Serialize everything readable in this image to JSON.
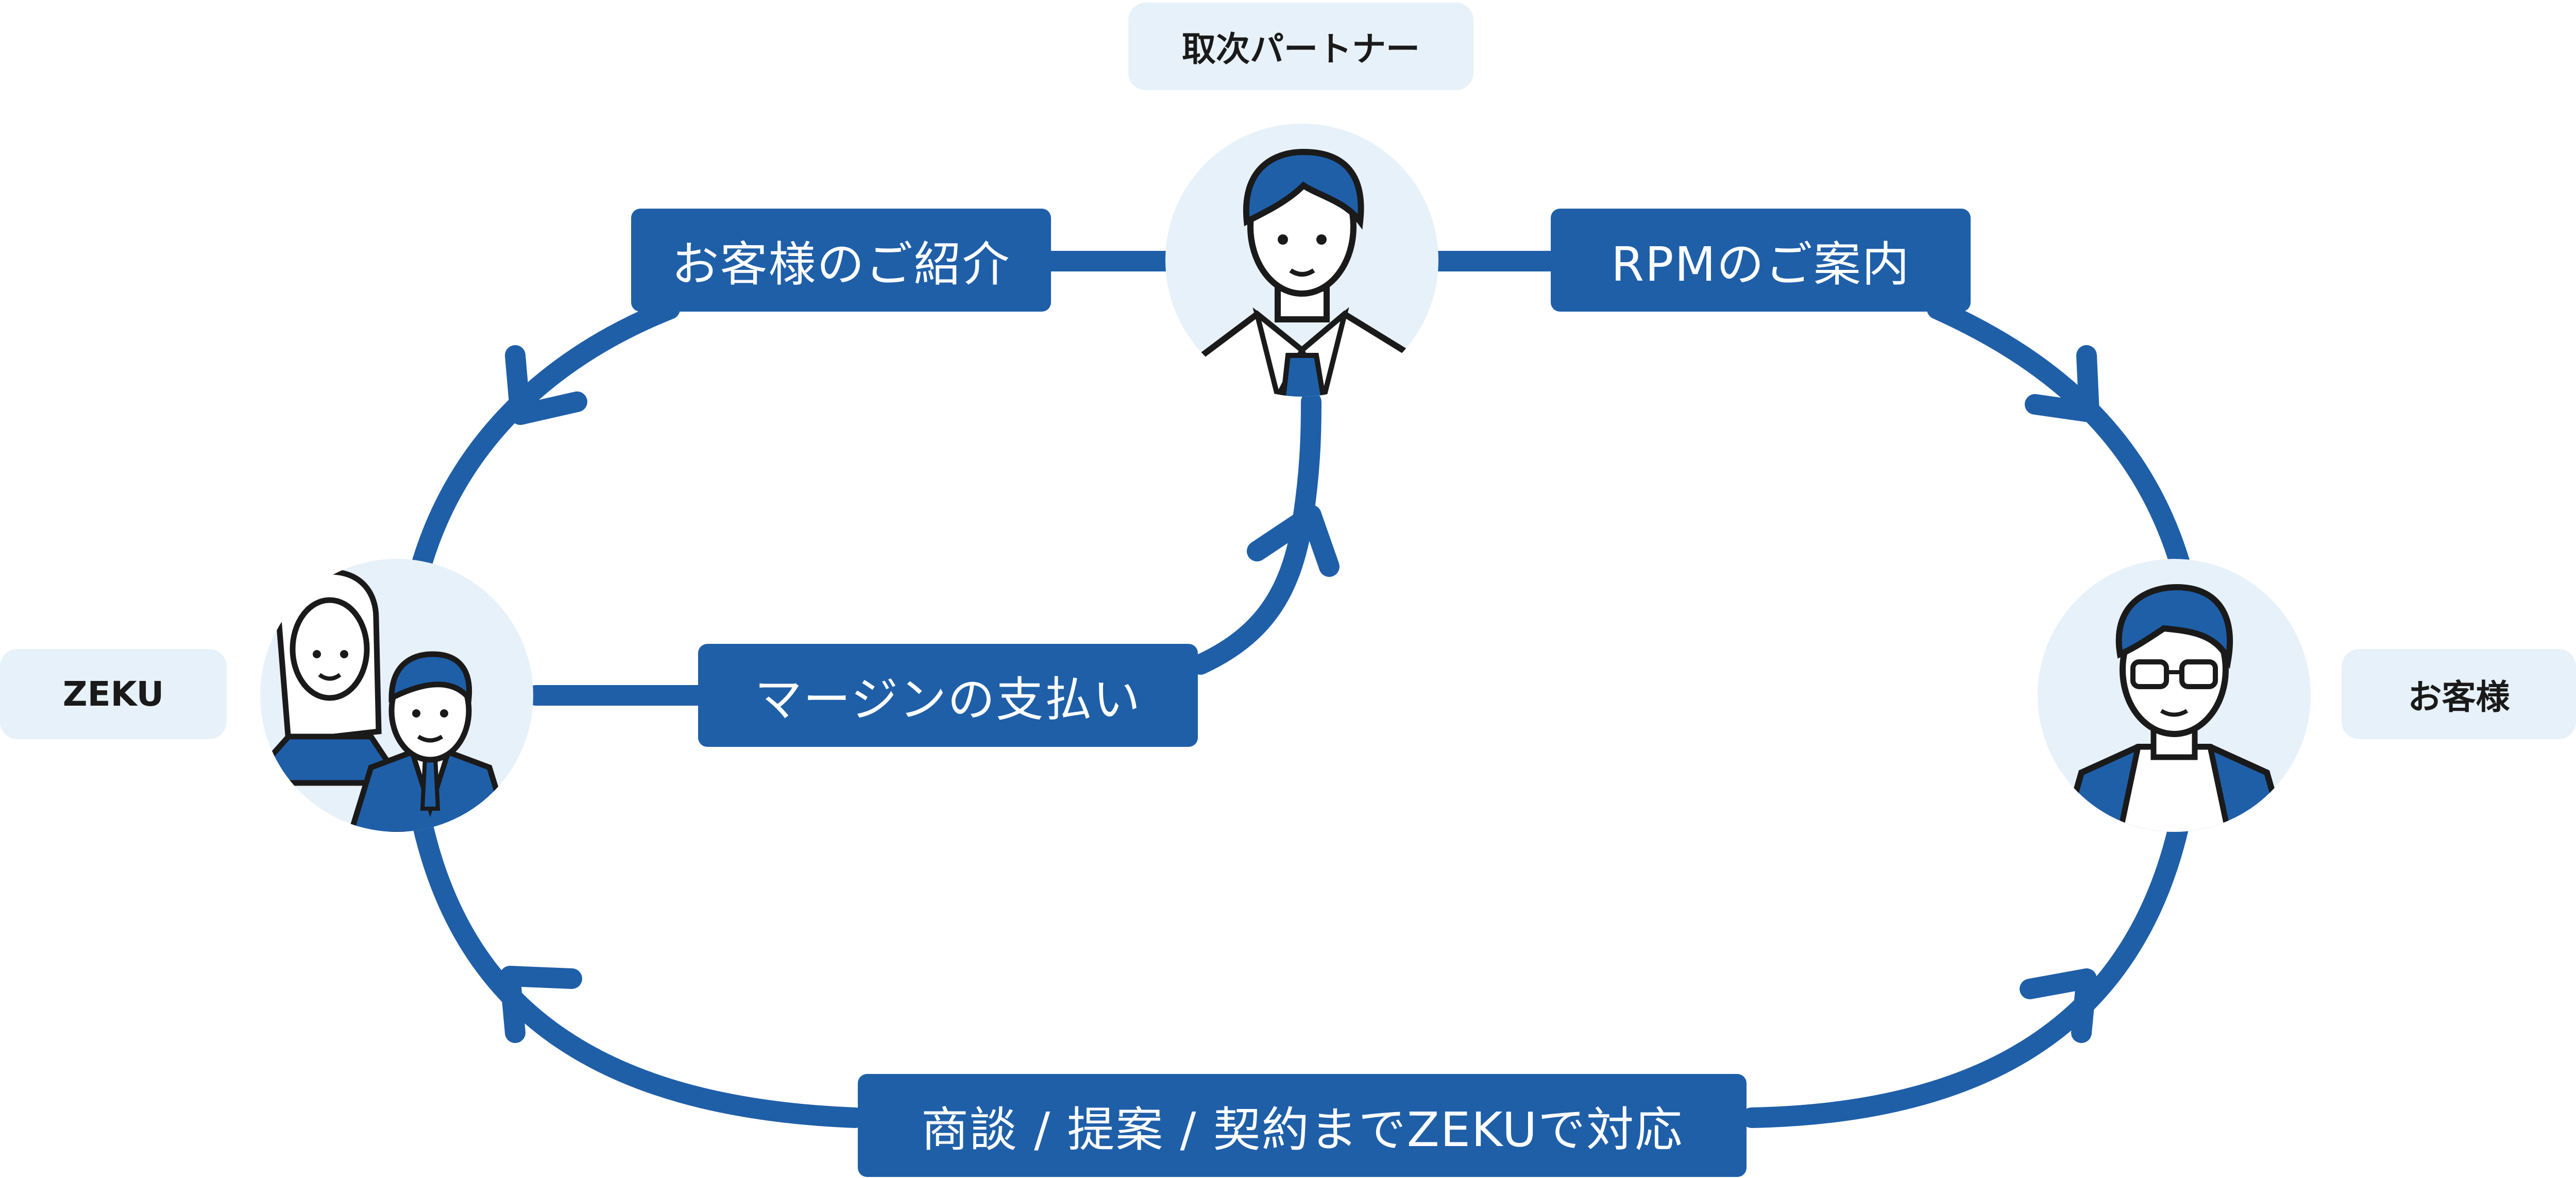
{
  "roles": {
    "partner": "取次パートナー",
    "zeku": "ZEKU",
    "customer": "お客様"
  },
  "steps": {
    "introduce": "お客様のご紹介",
    "rpm_guide": "RPMのご案内",
    "margin": "マージンの支払い",
    "negotiation": "商談 / 提案 / 契約までZEKUで対応"
  },
  "colors": {
    "primary": "#1f5fa8",
    "light": "#e7f1f9",
    "text": "#1a1a1a"
  },
  "icons": [
    "partner-avatar-icon",
    "zeku-staff-avatar-icon",
    "customer-avatar-icon",
    "arrowhead-icon"
  ]
}
